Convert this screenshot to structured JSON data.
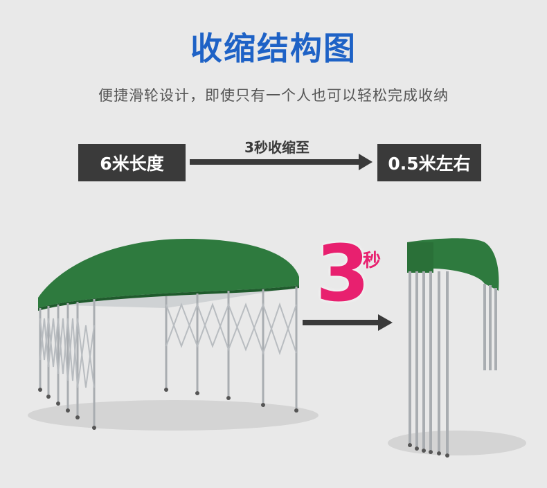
{
  "header": {
    "title": "收缩结构图",
    "subtitle": "便捷滑轮设计，即使只有一个人也可以轻松完成收纳"
  },
  "comparison": {
    "before_label": "6米长度",
    "arrow_label": "3秒收缩至",
    "after_label": "0.5米左右"
  },
  "badge": {
    "number": "3",
    "unit": "秒"
  },
  "colors": {
    "title": "#1e62c6",
    "box": "#3a3a3a",
    "accent": "#e8206f",
    "canopy": "#2e7a3e"
  }
}
